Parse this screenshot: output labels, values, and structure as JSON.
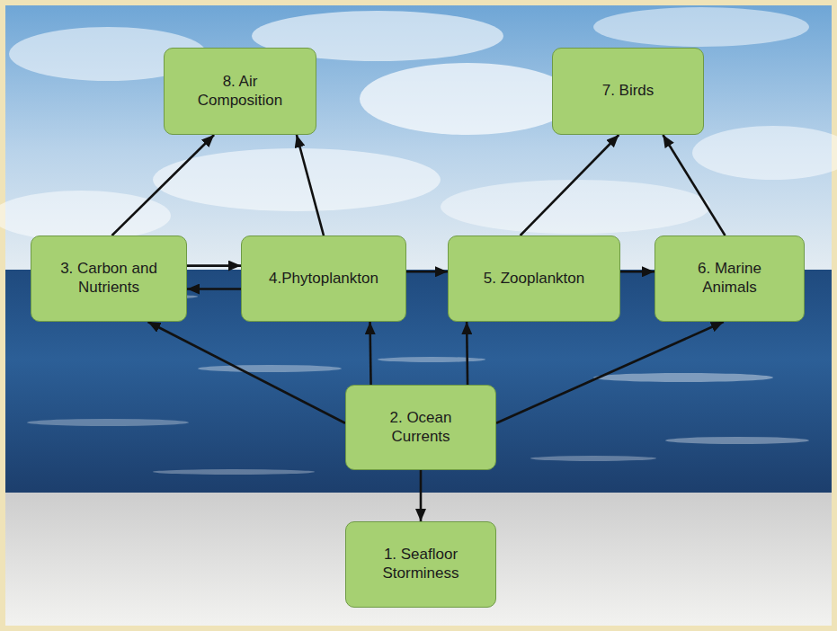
{
  "diagram": {
    "nodes": [
      {
        "text": [
          "8. Air Composition"
        ]
      },
      {
        "text": [
          "7. Birds"
        ]
      },
      {
        "text": [
          "3. Carbon and Nutrients"
        ]
      },
      {
        "text": [
          "4.Phytoplankton"
        ]
      },
      {
        "text": [
          "5. Zooplankton"
        ]
      },
      {
        "text": [
          "6. Marine Animals"
        ]
      },
      {
        "text": [
          "2. Ocean Currents"
        ]
      },
      {
        "text": [
          "1. Seafloor Storminess"
        ]
      }
    ],
    "edges": [
      {
        "from": 2,
        "to": 0,
        "arrow": "to"
      },
      {
        "from": 3,
        "to": 0,
        "arrow": "to"
      },
      {
        "from": 4,
        "to": 1,
        "arrow": "to"
      },
      {
        "from": 5,
        "to": 1,
        "arrow": "to"
      },
      {
        "from": 2,
        "to": 3,
        "arrow": "to"
      },
      {
        "from": 3,
        "to": 2,
        "arrow": "to"
      },
      {
        "from": 3,
        "to": 4,
        "arrow": "to"
      },
      {
        "from": 4,
        "to": 5,
        "arrow": "to"
      },
      {
        "from": 6,
        "to": 2,
        "arrow": "to"
      },
      {
        "from": 6,
        "to": 3,
        "arrow": "to"
      },
      {
        "from": 6,
        "to": 4,
        "arrow": "to"
      },
      {
        "from": 6,
        "to": 5,
        "arrow": "to"
      },
      {
        "from": 6,
        "to": 7,
        "arrow": "to"
      }
    ]
  }
}
